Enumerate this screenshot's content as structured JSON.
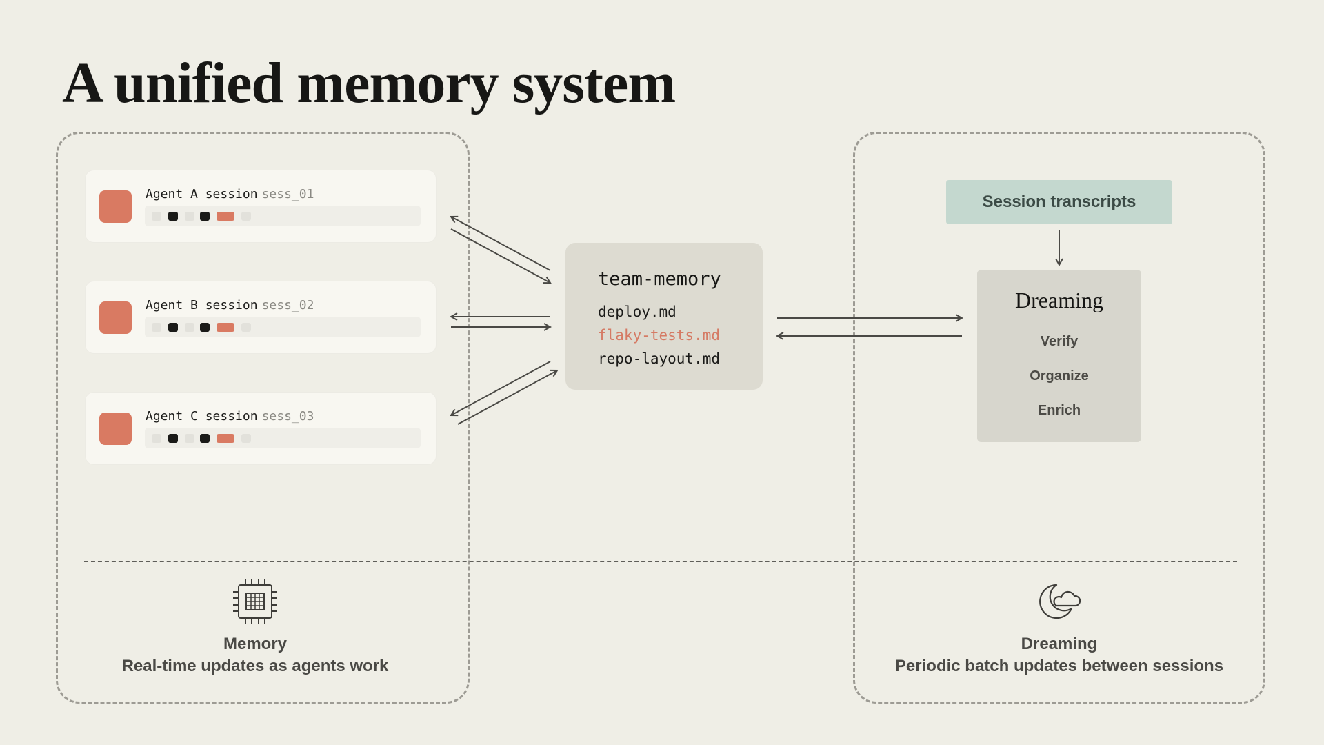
{
  "title": "A unified memory system",
  "agents": [
    {
      "label": "Agent A session",
      "session_id": "sess_01"
    },
    {
      "label": "Agent B session",
      "session_id": "sess_02"
    },
    {
      "label": "Agent C session",
      "session_id": "sess_03"
    }
  ],
  "activity_pattern": [
    "light",
    "dark",
    "light",
    "dark",
    "orange",
    "light"
  ],
  "team_memory": {
    "title": "team-memory",
    "files": [
      {
        "name": "deploy.md",
        "highlight": false
      },
      {
        "name": "flaky-tests.md",
        "highlight": true
      },
      {
        "name": "repo-layout.md",
        "highlight": false
      }
    ]
  },
  "transcripts": {
    "label": "Session transcripts"
  },
  "dreaming": {
    "title": "Dreaming",
    "steps": [
      "Verify",
      "Organize",
      "Enrich"
    ]
  },
  "footer": {
    "memory": {
      "title": "Memory",
      "subtitle": "Real-time updates as agents work",
      "icon": "chip-icon"
    },
    "dreaming": {
      "title": "Dreaming",
      "subtitle": "Periodic batch updates between sessions",
      "icon": "moon-cloud-icon"
    }
  },
  "colors": {
    "background": "#efeee6",
    "accent": "#d97a62",
    "transcripts": "#c4d8cf",
    "team_box": "#dddbd1",
    "dreaming_box": "#d7d6cd"
  }
}
